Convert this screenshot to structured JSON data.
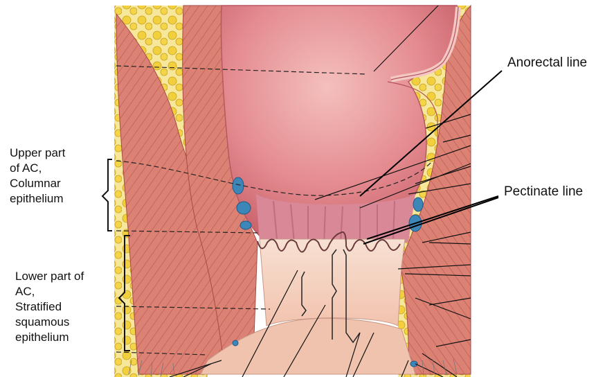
{
  "labels": {
    "anorectal_line": "Anorectal line",
    "pectinate_line": "Pectinate line",
    "upper_part": [
      "Upper part",
      "of AC,",
      "Columnar",
      "epithelium"
    ],
    "lower_part": [
      "Lower part of",
      "AC,",
      "Stratified",
      "squamous",
      "epithelium"
    ]
  },
  "colors": {
    "mucosa": "#e2868f",
    "mucosa_light": "#f0b3b0",
    "muscle": "#d9786e",
    "fat": "#f3d34a",
    "vein": "#3d86b8",
    "skin": "#f4c9b6",
    "background": "#ffffff"
  }
}
